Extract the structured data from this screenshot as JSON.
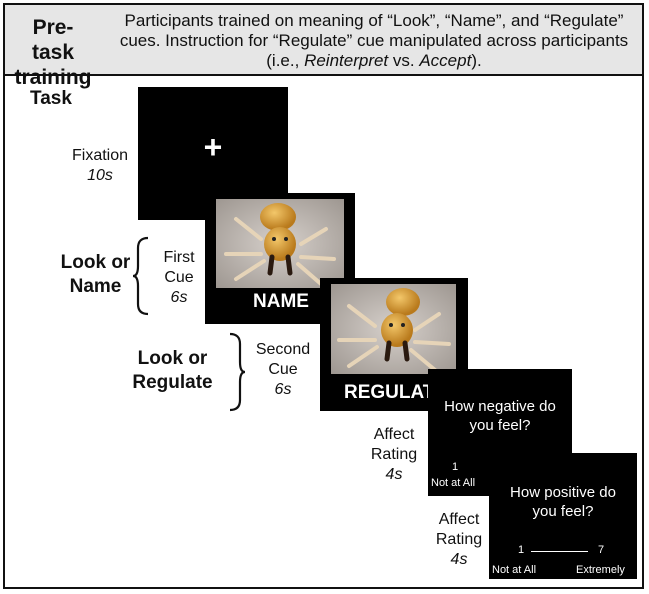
{
  "pretask": {
    "title": "Pre-task training",
    "text_line1": "Participants trained on meaning of “Look”, “Name”, and “Regulate”",
    "text_line2": "cues. Instruction for “Regulate” cue manipulated across participants",
    "text_line3_pre": "(i.e., ",
    "text_line3_em1": "Reinterpret",
    "text_line3_mid": " vs. ",
    "text_line3_em2": "Accept",
    "text_line3_post": ")."
  },
  "task": {
    "label": "Task",
    "fixation": {
      "label": "Fixation",
      "duration": "10s",
      "symbol": "+"
    },
    "first_cue": {
      "group_line1": "Look or",
      "group_line2": "Name",
      "label_line1": "First",
      "label_line2": "Cue",
      "duration": "6s",
      "cue_word": "NAME"
    },
    "second_cue": {
      "group_line1": "Look or",
      "group_line2": "Regulate",
      "label_line1": "Second",
      "label_line2": "Cue",
      "duration": "6s",
      "cue_word": "REGULATE"
    },
    "negative_rating": {
      "label_line1": "Affect",
      "label_line2": "Rating",
      "duration": "4s",
      "question_line1": "How negative do",
      "question_line2": "you feel?",
      "scale_min_number": "1",
      "scale_min_label": "Not at All"
    },
    "positive_rating": {
      "label_line1": "Affect",
      "label_line2": "Rating",
      "duration": "4s",
      "question_line1": "How positive do",
      "question_line2": "you feel?",
      "scale_min_number": "1",
      "scale_max_number": "7",
      "scale_min_label": "Not at All",
      "scale_max_label": "Extremely"
    }
  },
  "colors": {
    "screen": "#000000",
    "pretask_bg": "#e6e6e6",
    "spider_body": "#d9a334",
    "photo_bg": "#b9b2ad"
  }
}
